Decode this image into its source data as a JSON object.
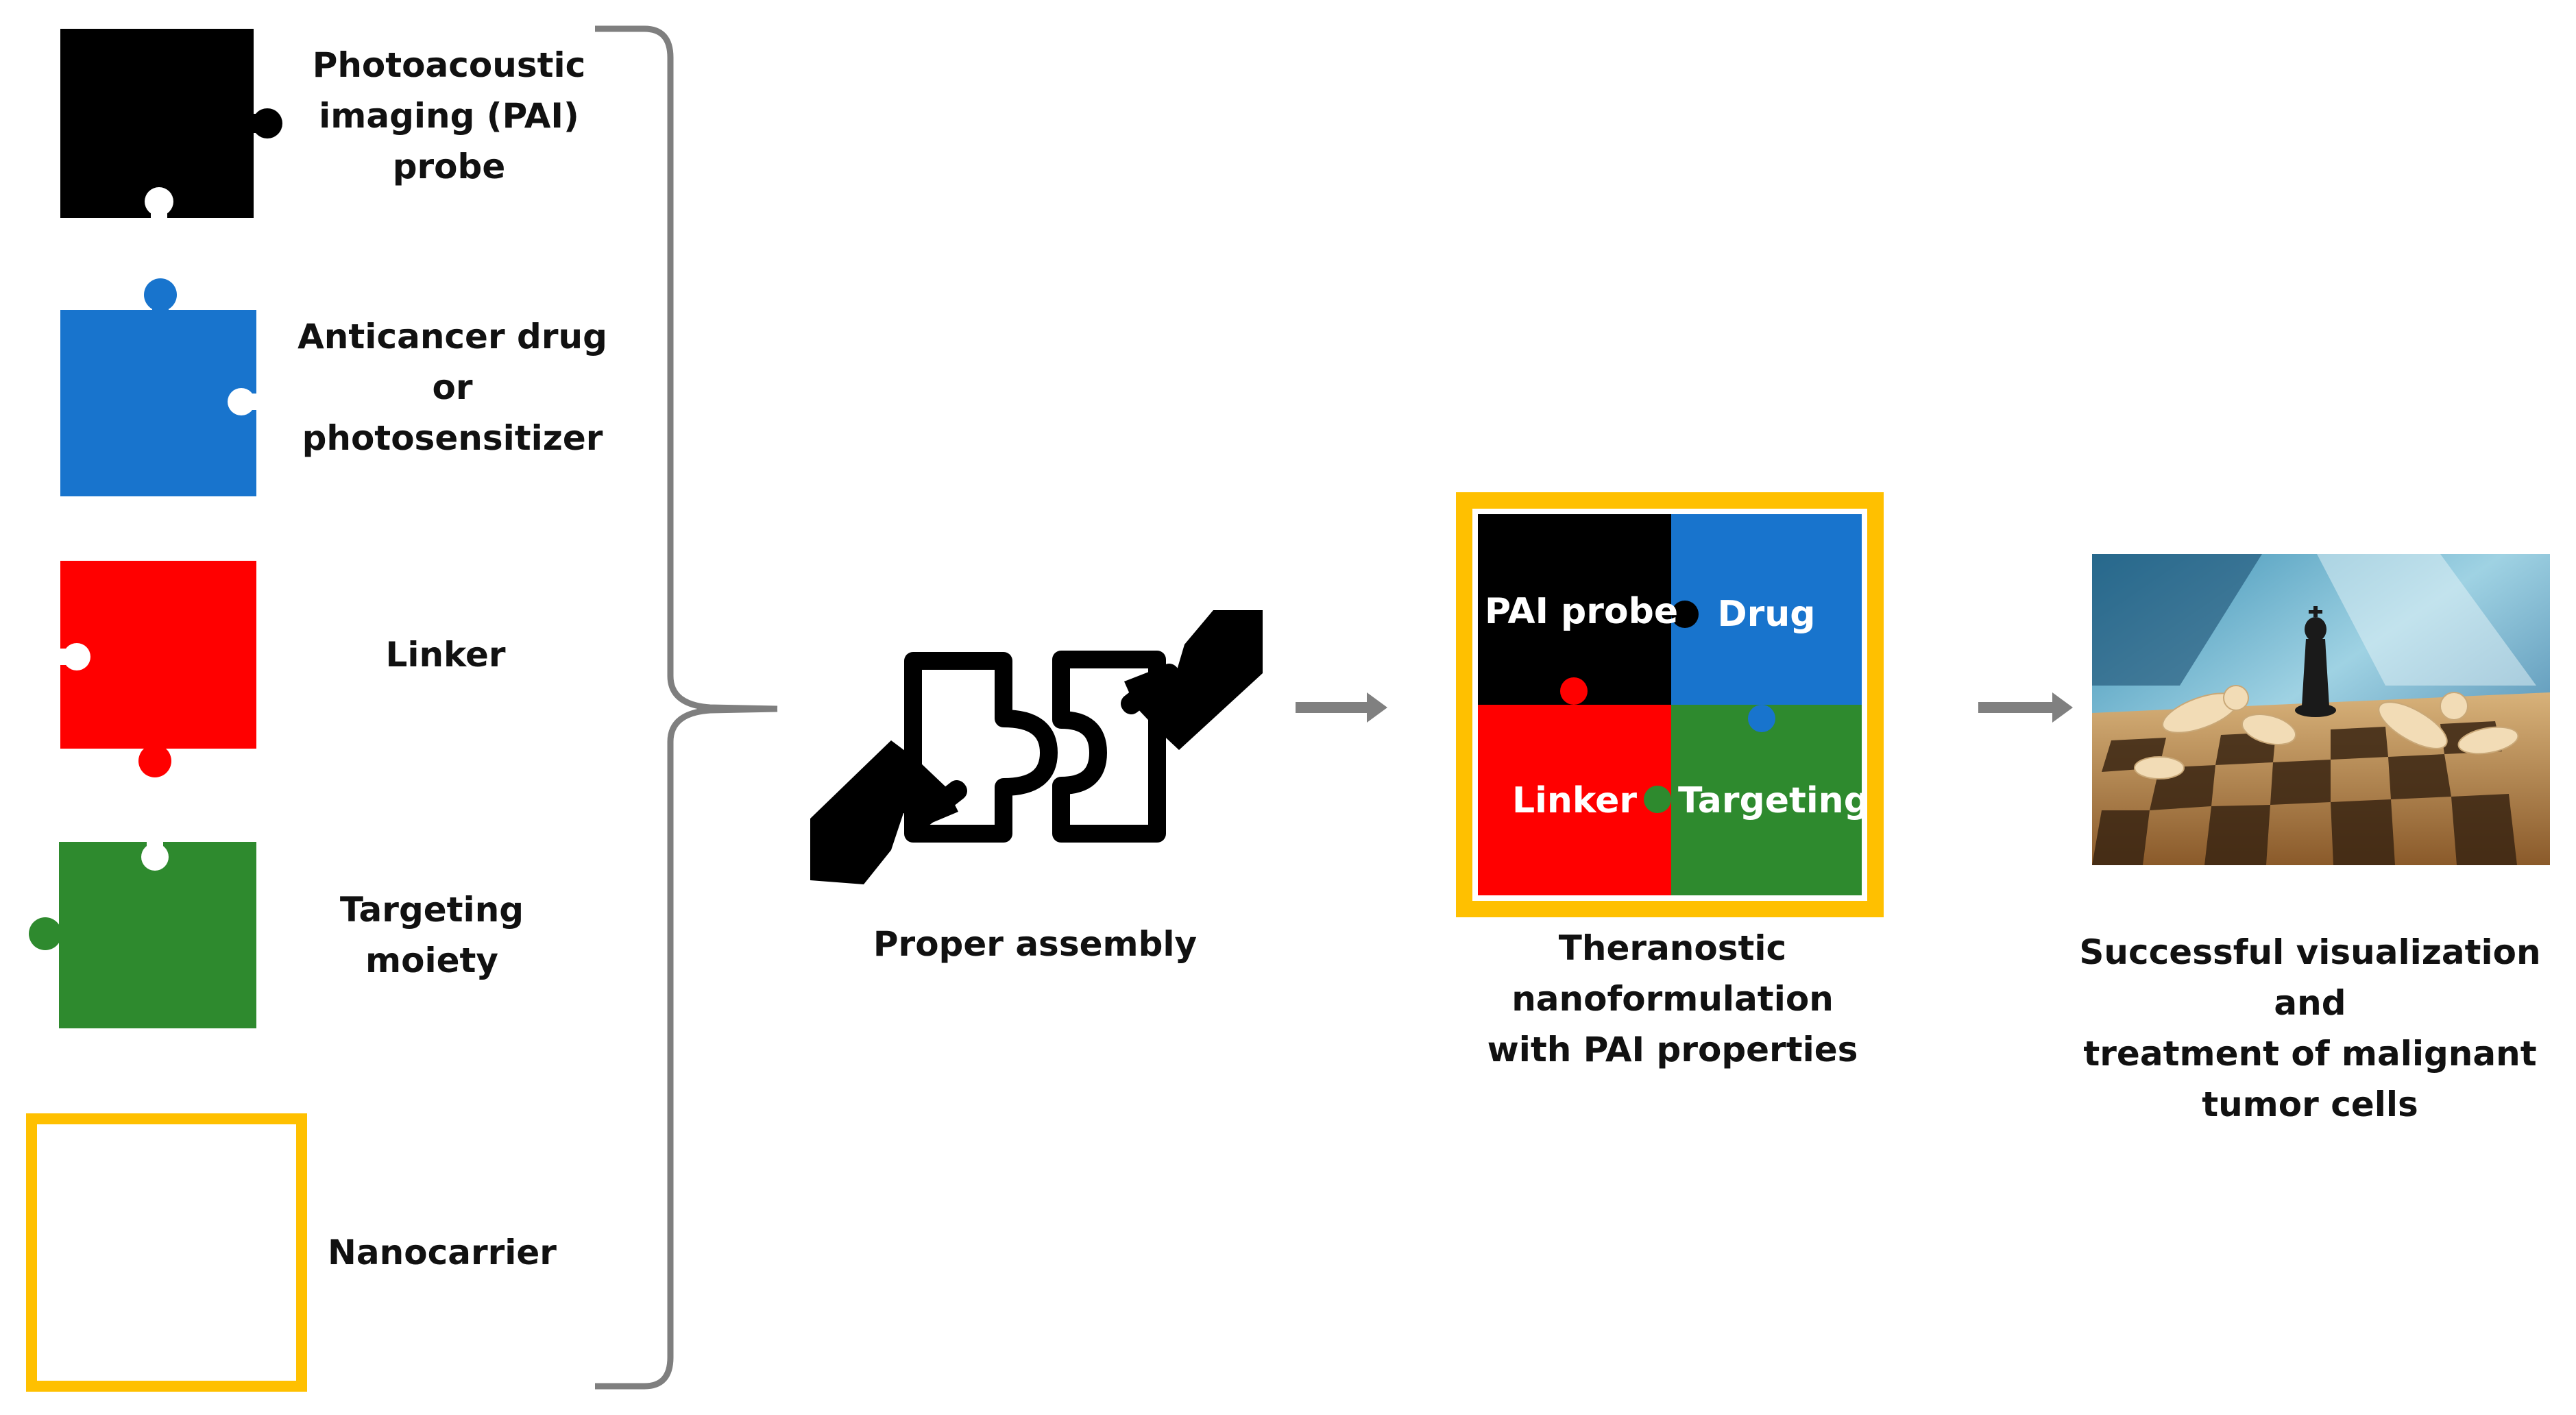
{
  "colors": {
    "probe": "#000000",
    "drug": "#1874cd",
    "linker": "#ff0000",
    "targeting": "#2e8a2e",
    "nanocarrier": "#ffc000",
    "bracket": "#7f7f7f",
    "arrow": "#808080"
  },
  "components": [
    {
      "key": "probe",
      "lines": [
        "Photoacoustic",
        "imaging (PAI)",
        "probe"
      ]
    },
    {
      "key": "drug",
      "lines": [
        "Anticancer drug",
        "or",
        "photosensitizer"
      ]
    },
    {
      "key": "linker",
      "lines": [
        "Linker"
      ]
    },
    {
      "key": "targeting",
      "lines": [
        "Targeting",
        "moiety"
      ]
    },
    {
      "key": "nanocarrier",
      "lines": [
        "Nanocarrier"
      ]
    }
  ],
  "assembly": {
    "icon": "hands-assembling-puzzle-icon",
    "label": "Proper assembly"
  },
  "nanoformulation": {
    "pieces": {
      "probe": "PAI probe",
      "drug": "Drug",
      "linker": "Linker",
      "targeting": "Targeting"
    },
    "label_lines": [
      "Theranostic",
      "nanoformulation",
      "with PAI properties"
    ]
  },
  "outcome": {
    "image": "chess-board-photo",
    "label_lines": [
      "Successful visualization and",
      "treatment of malignant",
      "tumor cells"
    ]
  }
}
